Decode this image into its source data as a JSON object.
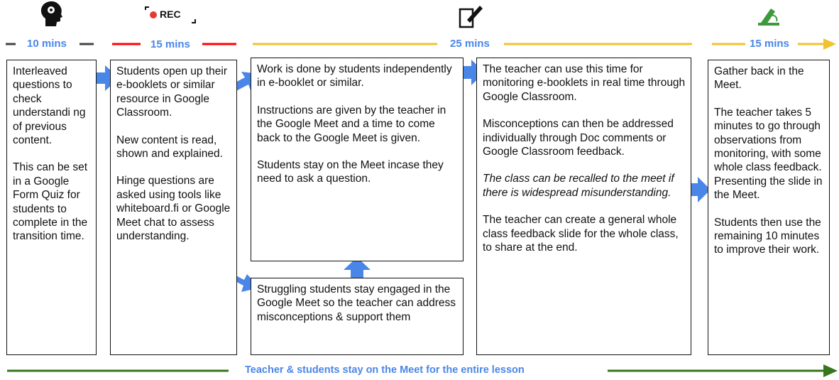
{
  "timeline": {
    "segment1": "10 mins",
    "segment2": "15 mins",
    "segment3": "25 mins",
    "segment4": "15 mins",
    "rec_label": "REC"
  },
  "colors": {
    "dark": "#444444",
    "red": "#ff0000",
    "yellow": "#f1c232",
    "green": "#38761d",
    "blue": "#4a86e8"
  },
  "boxes": {
    "box1": [
      "Interleaved questions to check understandi ng of previous content.",
      "This can be set in a Google Form Quiz for students to complete in the transition time."
    ],
    "box2": [
      "Students open up their e-booklets or similar resource in Google Classroom.",
      "New content is read, shown and explained.",
      "Hinge questions are asked using tools like whiteboard.fi or Google Meet chat to assess understanding."
    ],
    "box3a": [
      "Work is done by students independently in e-booklet or similar.",
      "Instructions are given by the teacher in the Google Meet and a time to come back to the Google Meet is given.",
      "Students stay on the Meet incase they need to ask a question."
    ],
    "box3b": [
      "Struggling students stay engaged in the Google Meet so the teacher can address misconceptions & support them"
    ],
    "box4": [
      "The teacher can use this time for monitoring e-booklets in real time through Google Classroom.",
      "Misconceptions can then be addressed individually through Doc comments or Google Classroom feedback.",
      "The class can be recalled to the meet if there is widespread misunderstanding.",
      "The teacher can create a general whole class feedback slide for the whole class, to share at the end."
    ],
    "box5": [
      "Gather back in the Meet.",
      "The teacher takes 5 minutes to go through observations from monitoring, with some whole class feedback. Presenting the slide in the Meet.",
      "Students then use the remaining 10 minutes to improve their work."
    ]
  },
  "footer": "Teacher & students stay on the Meet for the entire lesson",
  "icons": [
    "head-gears-icon",
    "record-icon",
    "edit-document-icon",
    "writing-hand-icon"
  ]
}
